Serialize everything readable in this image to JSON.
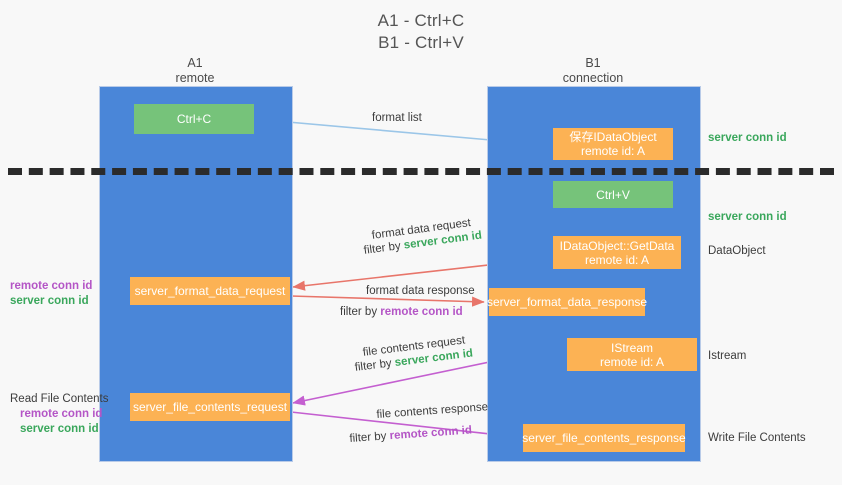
{
  "title": {
    "line1": "A1 - Ctrl+C",
    "line2": "B1 - Ctrl+V"
  },
  "columns": {
    "a1": {
      "name": "A1",
      "sub": "remote"
    },
    "b1": {
      "name": "B1",
      "sub": "connection"
    }
  },
  "nodes": {
    "ctrl_c": {
      "line1": "Ctrl+C",
      "line2": "",
      "color": "#76c37a"
    },
    "save_idataobject": {
      "line1": "保存IDataObject",
      "line2": "remote id: A",
      "color": "#fcb254"
    },
    "ctrl_v": {
      "line1": "Ctrl+V",
      "line2": "",
      "color": "#76c37a"
    },
    "getdata": {
      "line1": "IDataObject::GetData",
      "line2": "remote id: A",
      "color": "#fcb254"
    },
    "server_format_data_request": {
      "line1": "server_format_data_request",
      "line2": "",
      "color": "#fcb254"
    },
    "server_format_data_response": {
      "line1": "server_format_data_response",
      "line2": "",
      "color": "#fcb254"
    },
    "istream": {
      "line1": "IStream",
      "line2": "remote id: A",
      "color": "#fcb254"
    },
    "server_file_contents_request": {
      "line1": "server_file_contents_request",
      "line2": "",
      "color": "#fcb254"
    },
    "server_file_contents_response": {
      "line1": "server_file_contents_response",
      "line2": "",
      "color": "#fcb254"
    }
  },
  "edge_labels": {
    "format_list": "format list",
    "format_data_request": "format data request",
    "format_data_request_filter_prefix": "filter by ",
    "format_data_request_filter_token": "server conn id",
    "format_data_response": "format data response",
    "format_data_response_filter_prefix": "filter by ",
    "format_data_response_filter_token": "remote conn id",
    "file_contents_request": "file contents request",
    "file_contents_request_filter_prefix": "filter by ",
    "file_contents_request_filter_token": "server conn id",
    "file_contents_response": "file contents response",
    "file_contents_response_filter_prefix": "filter by ",
    "file_contents_response_filter_token": "remote conn id"
  },
  "right_notes": {
    "note1": "server conn id",
    "note2": "server conn id",
    "note3": "DataObject",
    "note4": "Istream",
    "note5": "Write File Contents"
  },
  "left_notes": {
    "group1_remote": "remote conn id",
    "group1_server": "server conn id",
    "group2_title": "Read File Contents",
    "group2_remote": "remote conn id",
    "group2_server": "server conn id"
  },
  "colors": {
    "lane": "#4a86d8",
    "green_node": "#76c37a",
    "orange_node": "#fcb254",
    "server_conn_id": "#3aa75c",
    "remote_conn_id": "#b455c6",
    "arrow_blue": "#9bc6e8",
    "arrow_red": "#e8756a",
    "arrow_magenta": "#c45fd0",
    "arrow_black": "#111111",
    "background": "#f8f8f8"
  }
}
